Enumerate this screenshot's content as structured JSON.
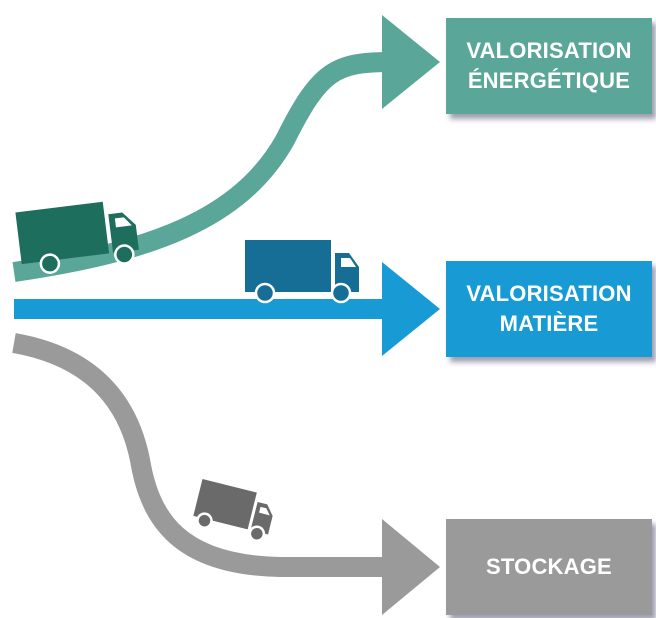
{
  "colors": {
    "energy": "#5aa698",
    "energy_truck": "#1e6e5e",
    "matiere": "#189bd4",
    "matiere_truck": "#166d96",
    "stockage": "#9a9a9a",
    "stockage_truck": "#6a6a6a",
    "wheel_ring": "#ffffff"
  },
  "boxes": {
    "energy": {
      "line1": "VALORISATION",
      "line2": "ÉNERGÉTIQUE"
    },
    "matiere": {
      "line1": "VALORISATION",
      "line2": "MATIÈRE"
    },
    "stockage": {
      "line1": "STOCKAGE"
    }
  },
  "icons": [
    "arrow-icon",
    "truck-icon"
  ]
}
